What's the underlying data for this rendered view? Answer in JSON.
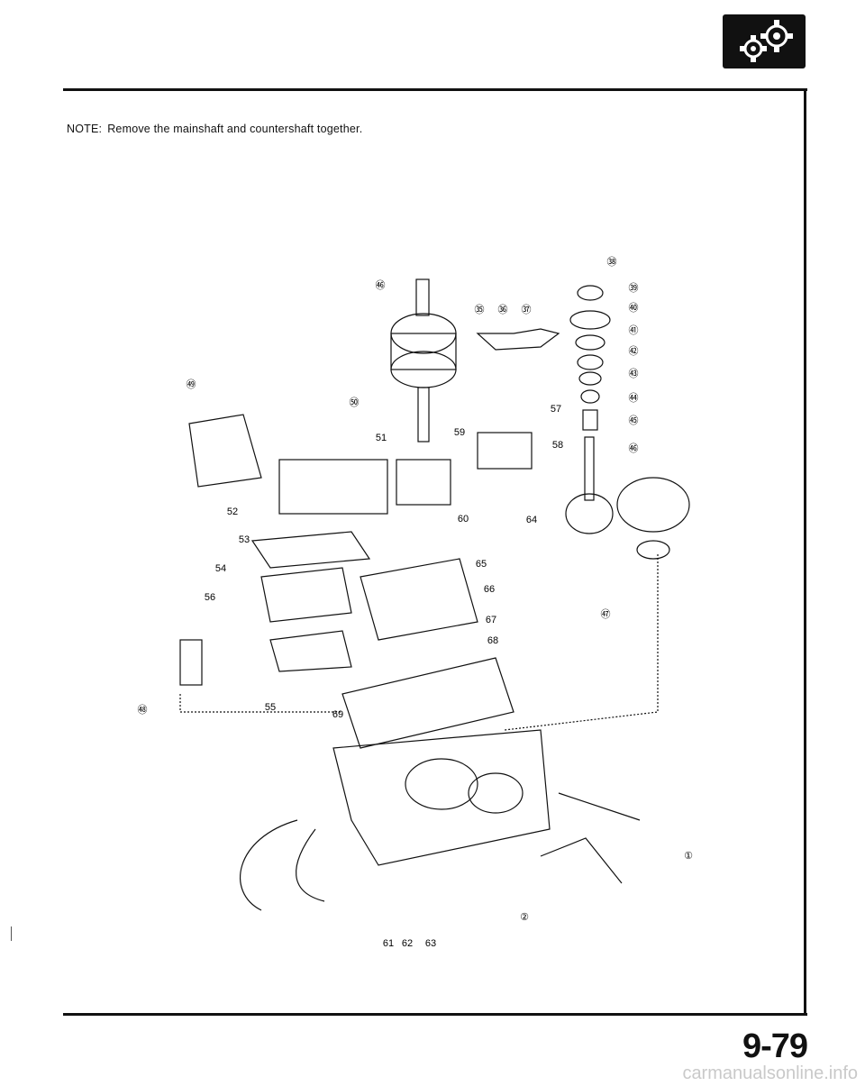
{
  "header": {
    "section_icon": "transmission-gears-icon"
  },
  "note": {
    "label": "NOTE:",
    "text": "Remove the mainshaft and countershaft together."
  },
  "diagram": {
    "part_numbers": [
      "①",
      "②",
      "㉟",
      "㊱",
      "㊲",
      "㊳",
      "㊴",
      "㊵",
      "㊶",
      "㊷",
      "㊸",
      "㊹",
      "㊺",
      "㊻",
      "㊼",
      "㊽",
      "㊾",
      "㊿",
      "(51)",
      "(52)",
      "(53)",
      "(54)",
      "(55)",
      "(56)",
      "(57)",
      "(58)",
      "(59)",
      "(60)",
      "(61)",
      "(62)",
      "(63)",
      "(64)",
      "(65)",
      "(66)",
      "(67)",
      "(68)",
      "(69)"
    ],
    "labels": [
      {
        "text": "㊻"
      },
      {
        "text": "㉟"
      },
      {
        "text": "㊱"
      },
      {
        "text": "㊲"
      },
      {
        "text": "㊳"
      },
      {
        "text": "㊴"
      },
      {
        "text": "㊵"
      },
      {
        "text": "㊶"
      },
      {
        "text": "㊷"
      },
      {
        "text": "㊸"
      },
      {
        "text": "㊹"
      },
      {
        "text": "㊺"
      },
      {
        "text": "㊻"
      },
      {
        "text": "㊾"
      },
      {
        "text": "㊿"
      },
      {
        "text": "51"
      },
      {
        "text": "57"
      },
      {
        "text": "58"
      },
      {
        "text": "59"
      },
      {
        "text": "52"
      },
      {
        "text": "60"
      },
      {
        "text": "64"
      },
      {
        "text": "53"
      },
      {
        "text": "54"
      },
      {
        "text": "65"
      },
      {
        "text": "66"
      },
      {
        "text": "56"
      },
      {
        "text": "67"
      },
      {
        "text": "68"
      },
      {
        "text": "㊼"
      },
      {
        "text": "㊽"
      },
      {
        "text": "55"
      },
      {
        "text": "69"
      },
      {
        "text": "①"
      },
      {
        "text": "②"
      },
      {
        "text": "61"
      },
      {
        "text": "62"
      },
      {
        "text": "63"
      }
    ]
  },
  "footer": {
    "page_number": "9-79",
    "watermark": "carmanualsonline.info"
  }
}
